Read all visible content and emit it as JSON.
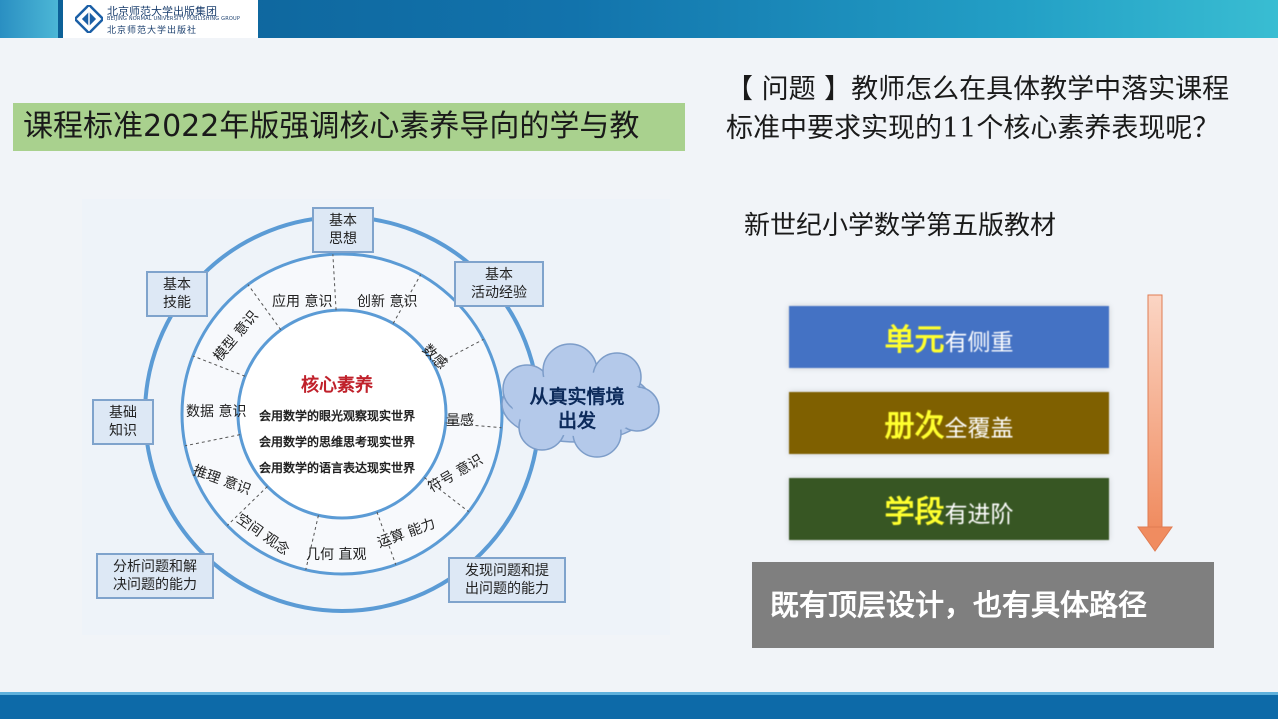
{
  "header": {
    "publisher_cn": "北京师范大学出版集团",
    "publisher_en": "BEIJING NORMAL UNIVERSITY PUBLISHING GROUP",
    "publisher_cn2": "北京师范大学出版社"
  },
  "slide_title": "课程标准2022年版强调核心素养导向的学与教",
  "diagram": {
    "outer_boxes": [
      {
        "id": "basic-thought",
        "text": "基本\n思想"
      },
      {
        "id": "basic-activity",
        "text": "基本\n活动经验"
      },
      {
        "id": "basic-skills",
        "text": "基本\n技能"
      },
      {
        "id": "basic-knowledge",
        "text": "基础\n知识"
      },
      {
        "id": "analyze-solve",
        "text": "分析问题和解\n决问题的能力"
      },
      {
        "id": "find-raise",
        "text": "发现问题和提\n出问题的能力"
      }
    ],
    "ring_items": [
      {
        "id": "application",
        "text": "应用\n意识"
      },
      {
        "id": "innovation",
        "text": "创新\n意识"
      },
      {
        "id": "number-sense",
        "text": "数感"
      },
      {
        "id": "quantity-sense",
        "text": "量感"
      },
      {
        "id": "symbol",
        "text": "符号\n意识"
      },
      {
        "id": "operation",
        "text": "运算\n能力"
      },
      {
        "id": "geometry",
        "text": "几何\n直观"
      },
      {
        "id": "spatial",
        "text": "空间\n观念"
      },
      {
        "id": "reasoning",
        "text": "推理\n意识"
      },
      {
        "id": "data",
        "text": "数据\n意识"
      },
      {
        "id": "model",
        "text": "模型\n意识"
      }
    ],
    "center_title": "核心素养",
    "center_lines": [
      "会用数学的眼光观察现实世界",
      "会用数学的思维思考现实世界",
      "会用数学的语言表达现实世界"
    ],
    "cloud_text": "从真实情境\n出发"
  },
  "question": {
    "bracket_label": "【 问题 】",
    "text": "教师怎么在具体教学中落实课程标准中要求实现的11个核心素养表现呢？"
  },
  "textbook_label": "新世纪小学数学第五版教材",
  "bars": [
    {
      "strong": "单元",
      "rest": "有侧重",
      "color": "#4472c4"
    },
    {
      "strong": "册次",
      "rest": "全覆盖",
      "color": "#7f6000"
    },
    {
      "strong": "学段",
      "rest": "有进阶",
      "color": "#375623"
    }
  ],
  "summary": "既有顶层设计，也有具体路径",
  "colors": {
    "title_bg": "#a9d18e",
    "ring_blue": "#5b9bd5",
    "arrow": "#f4a582",
    "summary_bg": "#7f7f7f"
  }
}
